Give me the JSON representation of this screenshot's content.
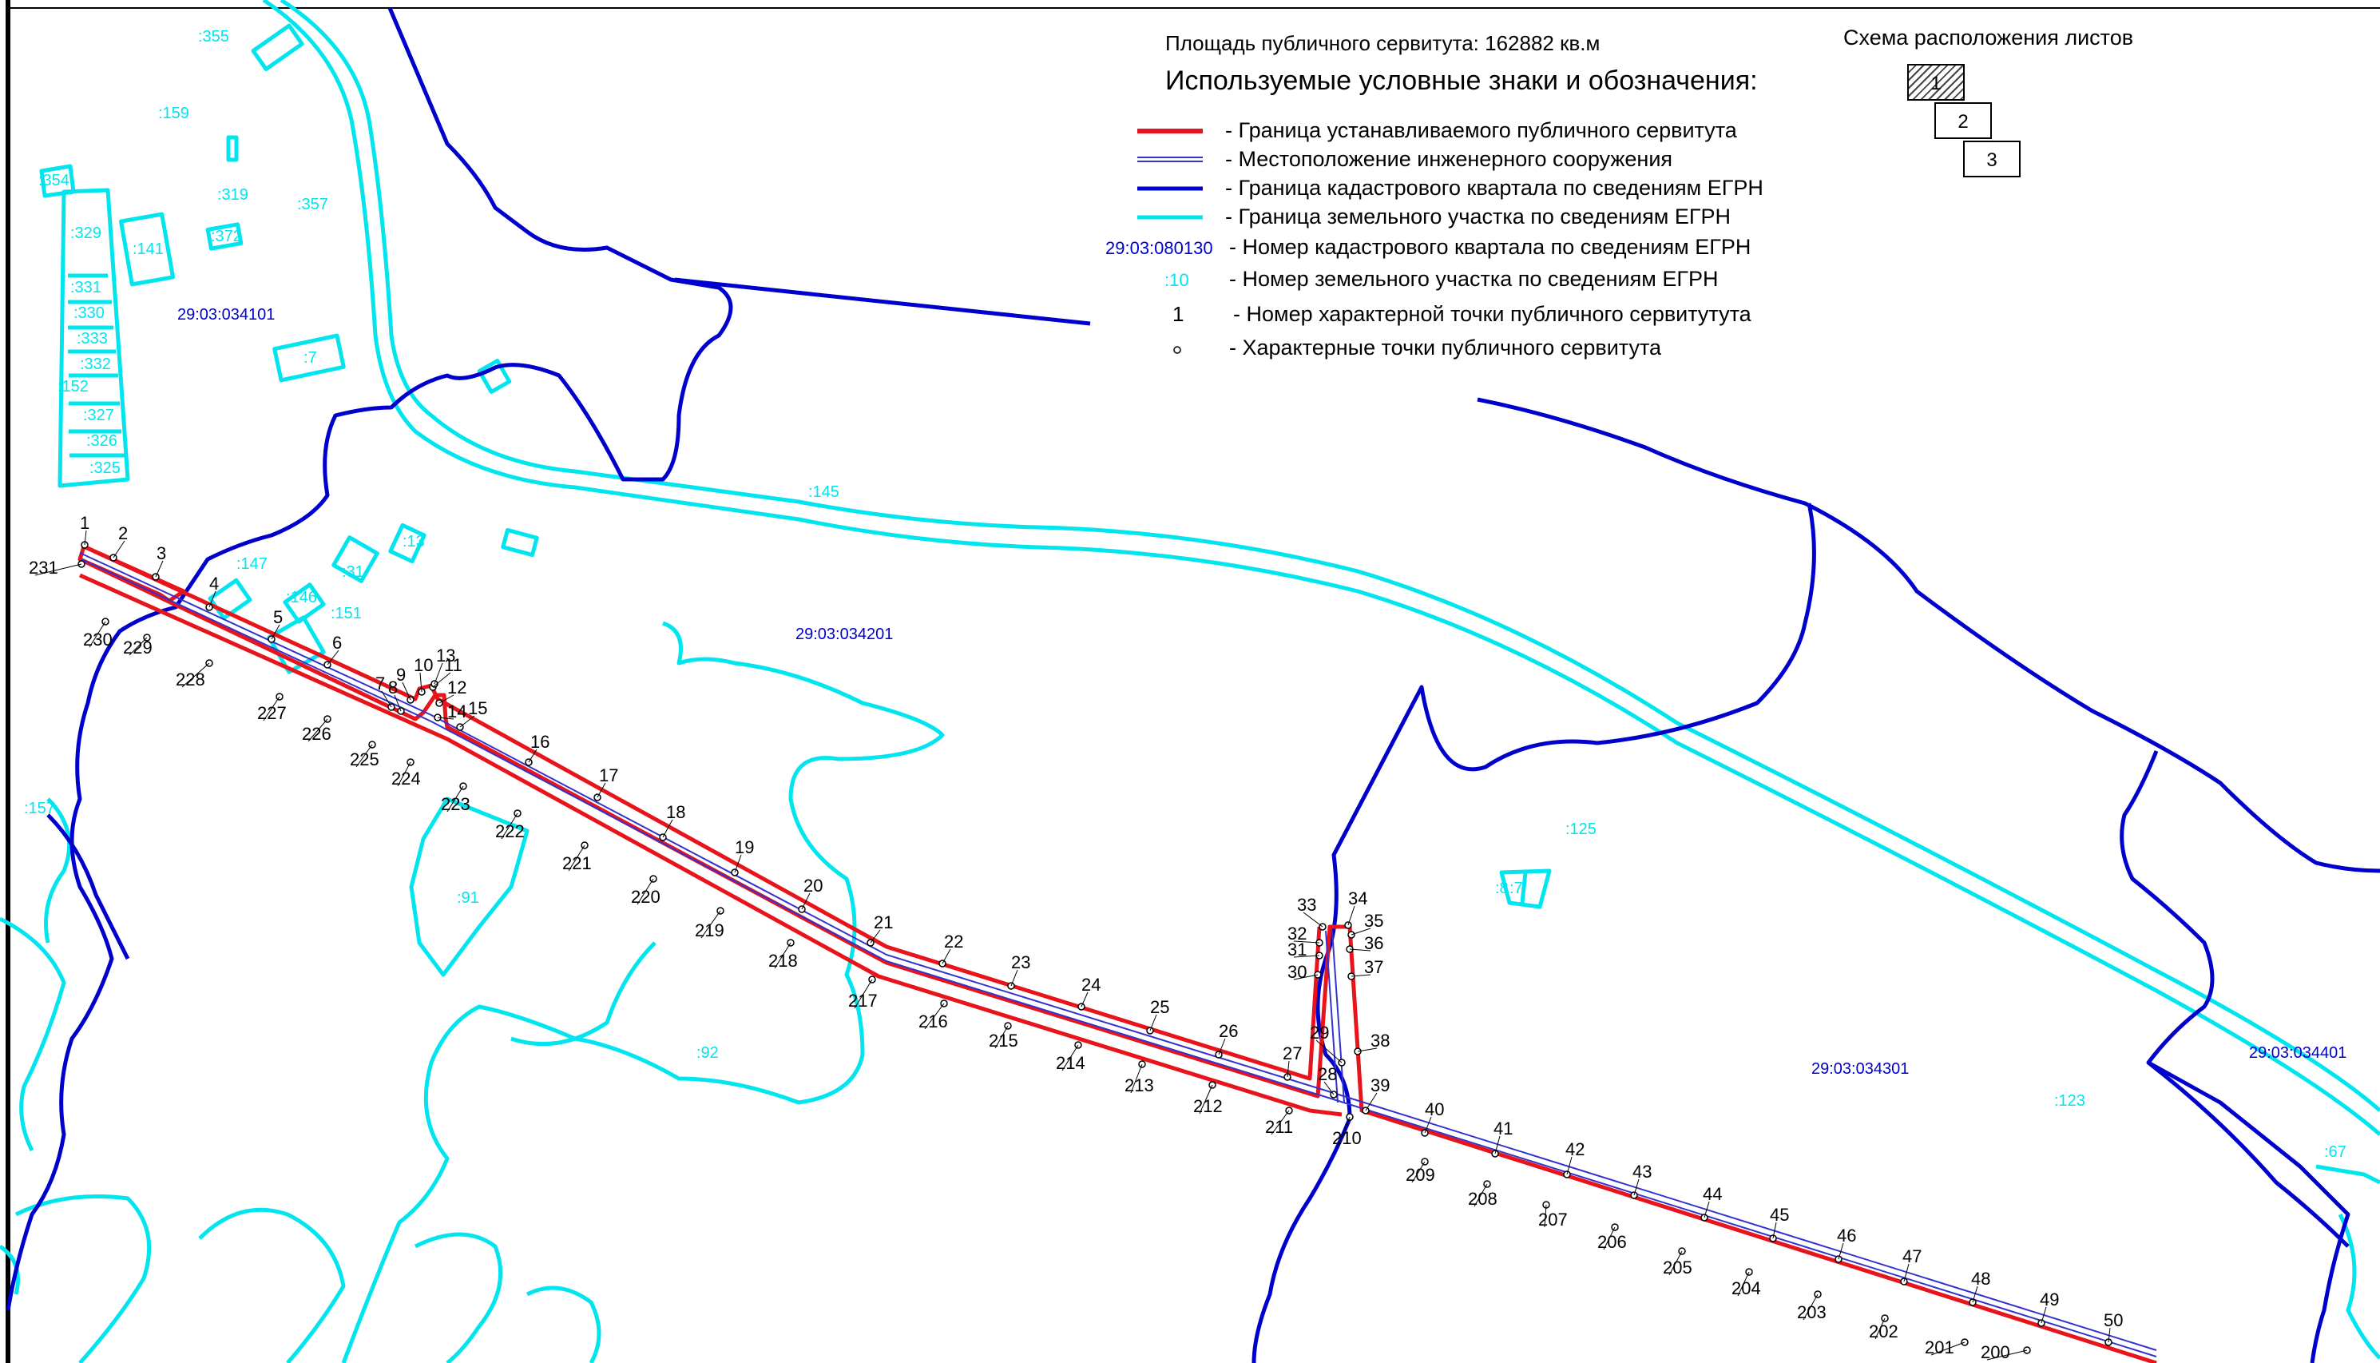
{
  "legend": {
    "area": "Площадь публичного сервитута: 162882 кв.м",
    "heading": "Используемые условные знаки и обозначения:",
    "items": [
      {
        "label": "- Граница устанавливаемого публичного сервитута"
      },
      {
        "label": "-  Местоположение инженерного сооружения"
      },
      {
        "label": "- Граница кадастрового квартала по сведениям ЕГРН"
      },
      {
        "label": "- Граница земельного участка по сведениям ЕГРН"
      },
      {
        "label": "- Номер кадастрового квартала по сведениям ЕГРН",
        "sample": "29:03:080130"
      },
      {
        "label": "- Номер земельного участка по сведениям ЕГРН",
        "sample": ":10"
      },
      {
        "label": "- Номер характерной точки публичного сервитутута",
        "sample": "1"
      },
      {
        "label": "- Характерные точки публичного сервитута"
      }
    ]
  },
  "sheet_scheme": {
    "title": "Схема расположения листов",
    "sheets": [
      "1",
      "2",
      "3"
    ],
    "active_sheet": "1"
  },
  "colors": {
    "servitude_border": "#e8141c",
    "engineering_structure": "#3333cc",
    "quarter_border": "#0000cc",
    "parcel_border": "#00e5ee"
  },
  "quarters": [
    "29:03:034101",
    "29:03:034201",
    "29:03:034301",
    "29:03:034401"
  ],
  "parcels": [
    ":355",
    ":159",
    ":319",
    ":354",
    ":357",
    ":329",
    ":141",
    ":372",
    ":331",
    ":330",
    ":333",
    ":332",
    ":152",
    ":327",
    ":326",
    ":325",
    ":7",
    ":8",
    ":145",
    ":147",
    ":146",
    ":151",
    ":31",
    ":13",
    ":157",
    ":91",
    ":92",
    ":125",
    ":123",
    ":67"
  ],
  "points_top": [
    "1",
    "2",
    "3",
    "4",
    "5",
    "6",
    "7",
    "8",
    "9",
    "10",
    "11",
    "12",
    "13",
    "14",
    "15",
    "16",
    "17",
    "18",
    "19",
    "20",
    "21",
    "22",
    "23",
    "24",
    "25",
    "26",
    "27",
    "28",
    "29",
    "30",
    "31",
    "32",
    "33",
    "34",
    "35",
    "36",
    "37",
    "38",
    "39",
    "40",
    "41",
    "42",
    "43",
    "44",
    "45",
    "46",
    "47",
    "48",
    "49",
    "50"
  ],
  "points_bottom": [
    "200",
    "201",
    "202",
    "203",
    "204",
    "205",
    "206",
    "207",
    "208",
    "209",
    "210",
    "211",
    "212",
    "213",
    "214",
    "215",
    "216",
    "217",
    "218",
    "219",
    "220",
    "221",
    "222",
    "223",
    "224",
    "225",
    "226",
    "227",
    "228",
    "229",
    "230",
    "231"
  ]
}
